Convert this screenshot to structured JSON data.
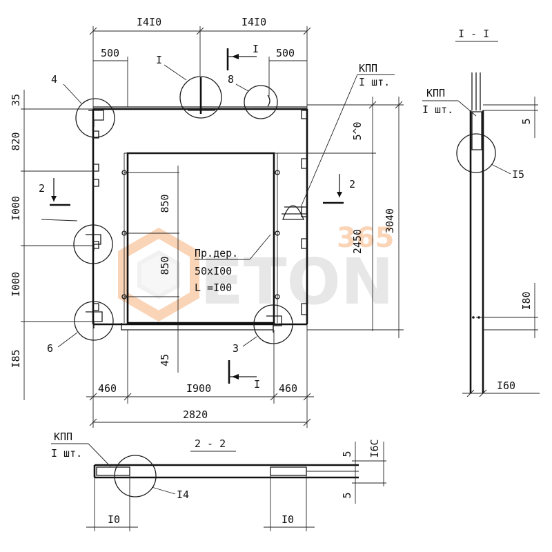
{
  "drawing": {
    "main_view": {
      "top_dims": [
        "I4I0",
        "I4I0"
      ],
      "top_partial_dims": [
        "500",
        "500"
      ],
      "bottom_dims": [
        "460",
        "I900",
        "460"
      ],
      "overall_width": "2820",
      "left_dims": [
        "35",
        "820",
        "I000",
        "I000",
        "I85"
      ],
      "right_dims": [
        "5^0",
        "2450",
        "3040"
      ],
      "inner_vertical_dims": [
        "850",
        "850",
        "45"
      ],
      "callouts": [
        "I",
        "8",
        "4",
        "6",
        "3"
      ],
      "section_marks": {
        "left": "2",
        "right": "2",
        "top": "I",
        "bottom": "I"
      },
      "lintel_note": [
        "Пр.дер.",
        "50xI00",
        "L =I00"
      ],
      "kpp_note": [
        "КПП",
        "I шт."
      ]
    },
    "section_1_1": {
      "title": "I - I",
      "kpp_note": [
        "КПП",
        "I шт."
      ],
      "dims": [
        "5",
        "I80",
        "I60"
      ],
      "callout": "I5"
    },
    "section_2_2": {
      "title": "2 - 2",
      "kpp_note": [
        "КПП",
        "I шт."
      ],
      "dims": [
        "5",
        "5",
        "I6С",
        "I0",
        "I0"
      ],
      "callout": "I4"
    }
  },
  "watermark": {
    "main": "ETON",
    "sub": "365",
    "accent_color": "#f39c5b",
    "main_color": "#d9d9d9"
  }
}
